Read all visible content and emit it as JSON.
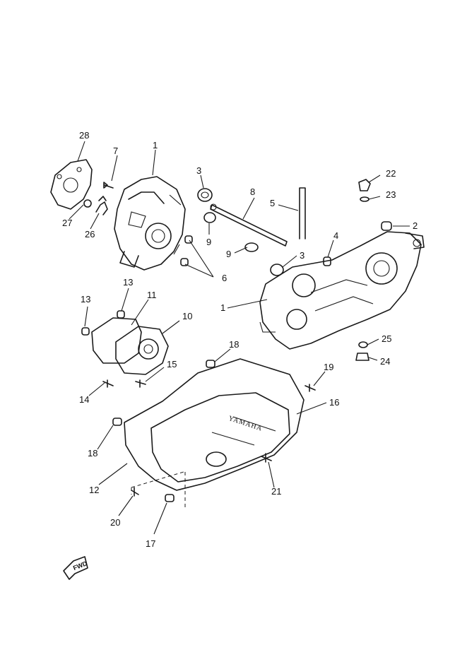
{
  "diagram": {
    "callouts": {
      "c1a": "1",
      "c1b": "1",
      "c2": "2",
      "c3a": "3",
      "c3b": "3",
      "c4": "4",
      "c5": "5",
      "c6": "6",
      "c7": "7",
      "c8": "8",
      "c9a": "9",
      "c9b": "9",
      "c10": "10",
      "c11": "11",
      "c12": "12",
      "c13a": "13",
      "c13b": "13",
      "c14": "14",
      "c15": "15",
      "c16": "16",
      "c17": "17",
      "c18a": "18",
      "c18b": "18",
      "c19": "19",
      "c20": "20",
      "c21": "21",
      "c22": "22",
      "c23": "23",
      "c24": "24",
      "c25": "25",
      "c26": "26",
      "c27": "27",
      "c28": "28"
    },
    "cover_brand": "YAMAHA",
    "fwd_label": "FWD"
  }
}
